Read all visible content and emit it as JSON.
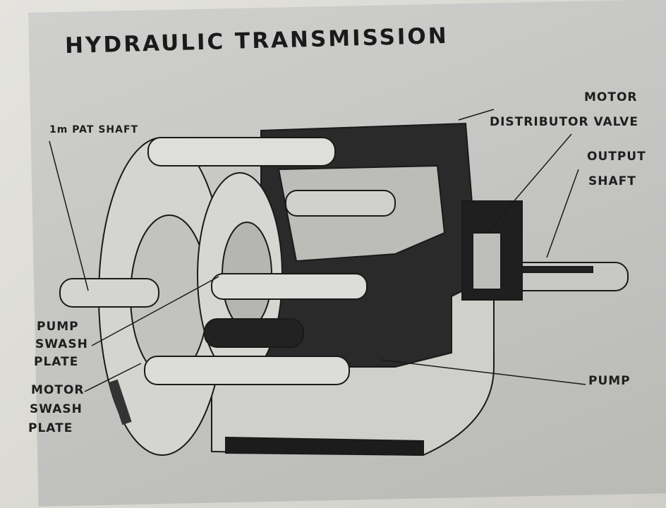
{
  "title": "HYDRAULIC TRANSMISSION",
  "labels": {
    "input_shaft": "1m PAT SHAFT",
    "motor": "MOTOR",
    "distributor_valve": "DISTRIBUTOR VALVE",
    "output_shaft_1": "OUTPUT",
    "output_shaft_2": "SHAFT",
    "pump_swash_1": "PUMP",
    "pump_swash_2": "SWASH",
    "pump_swash_3": "PLATE",
    "motor_swash_1": "MOTOR",
    "motor_swash_2": "SWASH",
    "motor_swash_3": "PLATE",
    "pump": "PUMP"
  }
}
